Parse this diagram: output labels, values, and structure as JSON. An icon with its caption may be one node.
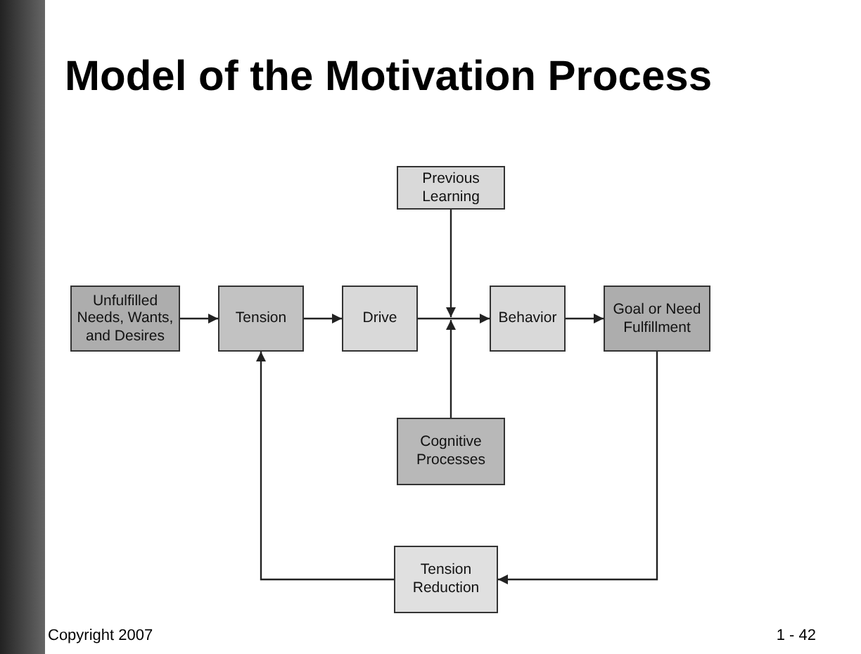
{
  "diagram": {
    "title": "Model of the Motivation Process",
    "nodes": [
      {
        "text": [
          "Unfulfilled Needs, Wants, and Desires"
        ]
      },
      {
        "text": [
          "Tension"
        ]
      },
      {
        "text": [
          "Drive"
        ]
      },
      {
        "text": [
          "Previous Learning"
        ]
      },
      {
        "text": [
          "Behavior"
        ]
      },
      {
        "text": [
          "Goal or Need Fulfillment"
        ]
      },
      {
        "text": [
          "Cognitive Processes"
        ]
      },
      {
        "text": [
          "Tension Reduction"
        ]
      }
    ],
    "edges": [
      {
        "from": 0,
        "to": 1,
        "arrow": "to"
      },
      {
        "from": 1,
        "to": 2,
        "arrow": "to"
      },
      {
        "from": 2,
        "to": 4,
        "arrow": "to"
      },
      {
        "from": 3,
        "to": 2,
        "arrow": "to"
      },
      {
        "from": 6,
        "to": 2,
        "arrow": "to"
      },
      {
        "from": 4,
        "to": 5,
        "arrow": "to"
      },
      {
        "from": 5,
        "to": 7,
        "arrow": "to"
      },
      {
        "from": 7,
        "to": 1,
        "arrow": "to"
      }
    ],
    "labels": [
      "Copyright 2007",
      "1 - 42"
    ]
  }
}
